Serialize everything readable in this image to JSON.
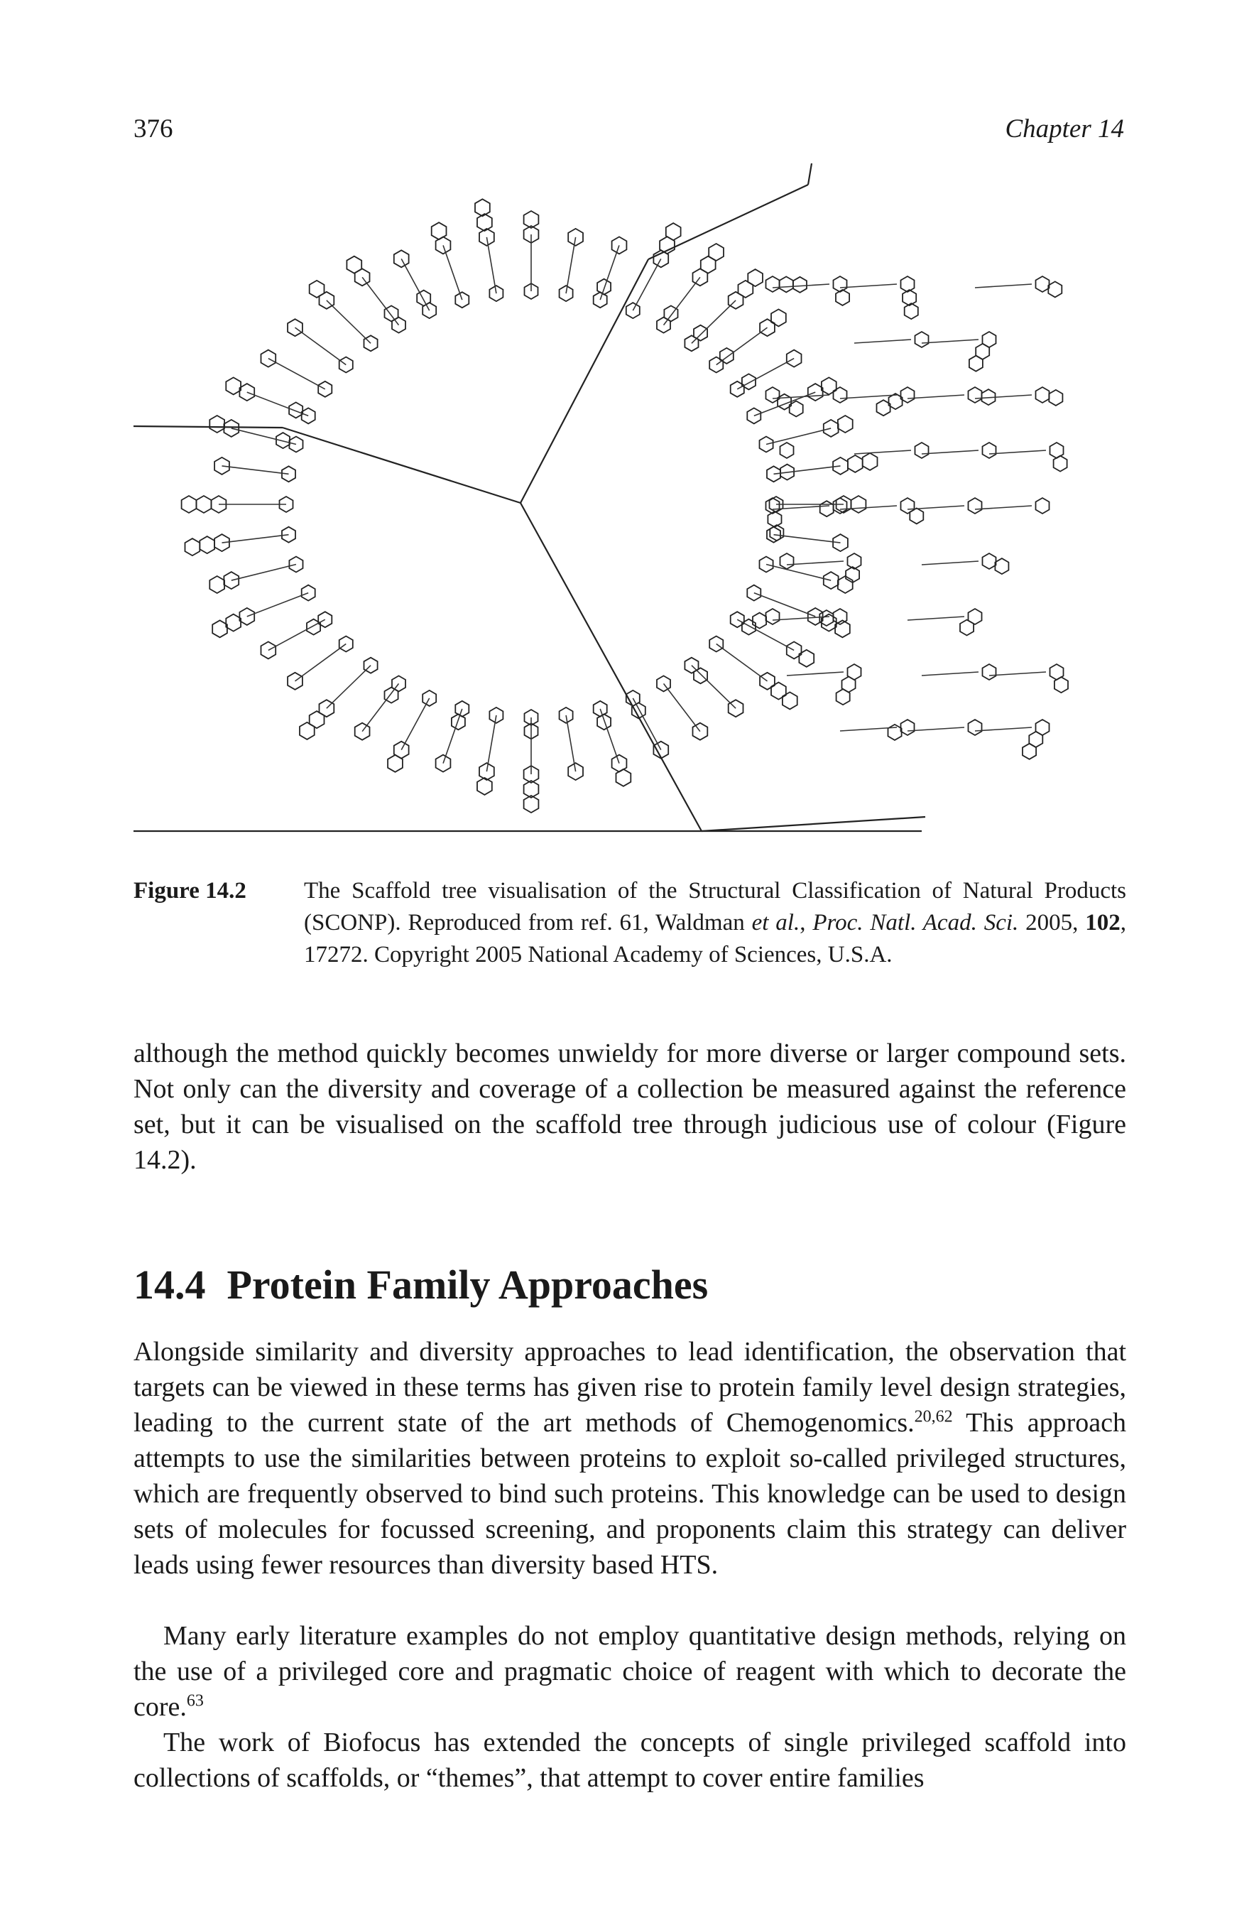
{
  "header": {
    "page_number": "376",
    "running_head": "Chapter 14"
  },
  "figure": {
    "label": "Figure 14.2",
    "caption": {
      "part1": "The Scaffold tree visualisation of the Structural Classification of Natural Products (SCONP). Reproduced from ref. 61, Waldman ",
      "etal": "et al.",
      "part2": ", ",
      "journal": "Proc. Natl. Acad. Sci.",
      "part3": " 2005, ",
      "volume": "102",
      "part4": ", 17272. Copyright 2005 National Academy of Sciences, U.S.A."
    }
  },
  "paragraph_1": "although the method quickly becomes unwieldy for more diverse or larger compound sets. Not only can the diversity and coverage of a collection be measured against the reference set, but it can be visualised on the scaffold tree through judicious use of colour (Figure 14.2).",
  "section": {
    "number": "14.4",
    "title": "Protein Family Approaches"
  },
  "paragraph_2": {
    "text_a": "Alongside similarity and diversity approaches to lead identification, the observation that targets can be viewed in these terms has given rise to protein family level design strategies, leading to the current state of the art methods of Chemogenomics.",
    "ref_a": "20,62",
    "text_b": " This approach attempts to use the similarities between proteins to exploit so-called privileged structures, which are frequently observed to bind such proteins. This knowledge can be used to design sets of molecules for focussed screening, and proponents claim this strategy can deliver leads using fewer resources than diversity based HTS."
  },
  "paragraph_3": {
    "text": "Many early literature examples do not employ quantitative design methods, relying on the use of a privileged core and pragmatic choice of reagent with which to decorate the core.",
    "ref": "63"
  },
  "paragraph_4": "The work of Biofocus has extended the concepts of single privileged scaffold into collections of scaffolds, or “themes”, that attempt to cover entire families"
}
